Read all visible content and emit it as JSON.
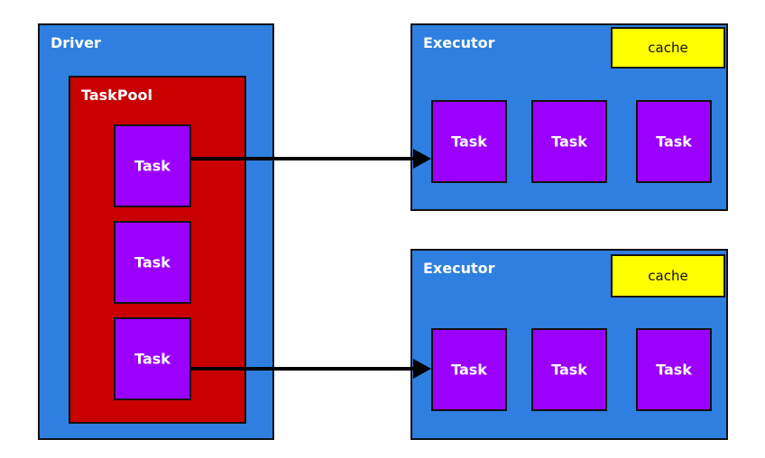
{
  "driver": {
    "title": "Driver",
    "taskpool": {
      "title": "TaskPool",
      "tasks": [
        "Task",
        "Task",
        "Task"
      ]
    }
  },
  "executors": [
    {
      "title": "Executor",
      "cache_label": "cache",
      "tasks": [
        "Task",
        "Task",
        "Task"
      ]
    },
    {
      "title": "Executor",
      "cache_label": "cache",
      "tasks": [
        "Task",
        "Task",
        "Task"
      ]
    }
  ],
  "colors": {
    "container": "#2e7fe0",
    "taskpool": "#c90000",
    "task": "#9b00ff",
    "cache": "#ffff00"
  }
}
